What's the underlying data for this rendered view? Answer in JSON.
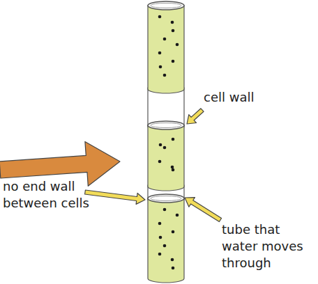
{
  "diagram": {
    "labels": [
      "cell wall",
      "no end wall between cells",
      "tube that water moves through"
    ]
  }
}
